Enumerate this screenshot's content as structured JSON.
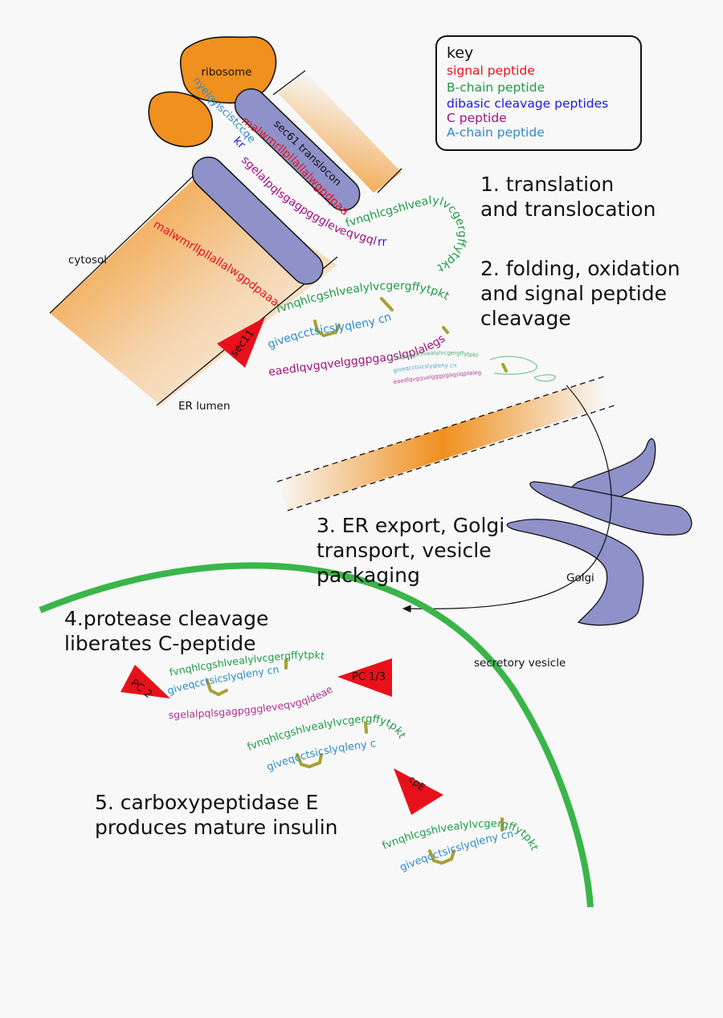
{
  "labels": {
    "ribosome": "ribosome",
    "translocon": "sec61 translocon",
    "cytosol": "cytosol",
    "er_lumen": "ER lumen",
    "sec11": "sec11",
    "golgi": "Golgi",
    "secretory_vesicle": "secretory vesicle",
    "pc2": "PC 2",
    "pc13": "PC 1/3",
    "cpe": "cpE"
  },
  "key": {
    "title": "key",
    "items": [
      {
        "label": "signal peptide",
        "color": "#e8111b"
      },
      {
        "label": "B-chain peptide",
        "color": "#1f9a48"
      },
      {
        "label": "dibasic cleavage peptides",
        "color": "#1a1adc"
      },
      {
        "label": "C peptide",
        "color": "#a0127f"
      },
      {
        "label": "A-chain peptide",
        "color": "#2e8bc8"
      }
    ]
  },
  "steps": {
    "s1_l1": "1. translation",
    "s1_l2": "and translocation",
    "s2_l1": "2. folding, oxidation",
    "s2_l2": "and signal peptide",
    "s2_l3": "cleavage",
    "s3_l1": "3. ER export, Golgi",
    "s3_l2": "transport, vesicle",
    "s3_l3": "packaging",
    "s4_l1": "4.protease cleavage",
    "s4_l2": "liberates C-peptide",
    "s5_l1": "5. carboxypeptidase E",
    "s5_l2": "produces mature insulin"
  },
  "sequences": {
    "signal": "malwmrllpllallalwgpdpaaa",
    "bchain": "fvnqhlcgshlvealylvcgergffytpkt",
    "dibasic_rr": "rr",
    "dibasic_kr": "kr",
    "cpeptide": "eaedlqvgqvelgggpgagslqplalegs",
    "cpeptide_rev": "sgelalpqlsgagpgggleveqvgqldeae",
    "achain": "giveqcctsicslyqleny cn",
    "achain_rev": "nyelqylscistccqevig"
  },
  "colors": {
    "ribosome": "#f0901e",
    "translocon": "#8e92c9",
    "golgi": "#8e92c9",
    "membrane_orange": "#f0901e",
    "vesicle": "#3ab54a",
    "disulfide": "#a8a032",
    "protease": "#e8111b"
  }
}
